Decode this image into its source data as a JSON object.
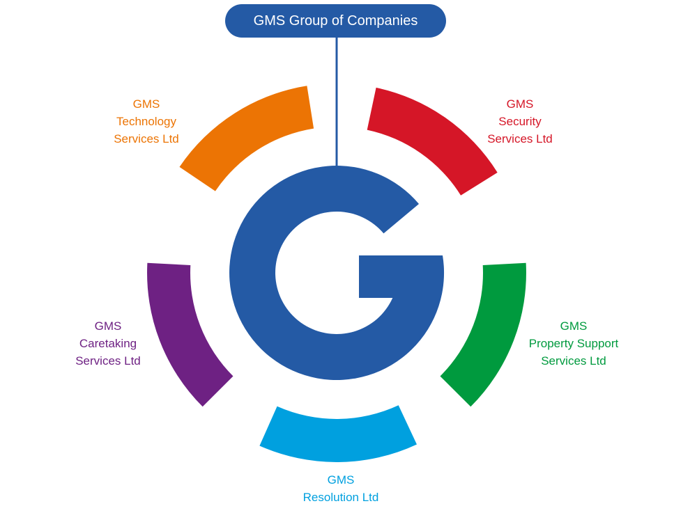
{
  "header": {
    "title": "GMS Group of Companies"
  },
  "center": {
    "logo_icon": "letter-g-logo-icon"
  },
  "colors": {
    "brand_blue": "#245aa5",
    "connector": "#245aa5",
    "technology": "#ec7404",
    "security": "#d51627",
    "property": "#009a3e",
    "resolution": "#00a0df",
    "caretaking": "#6e2183"
  },
  "companies": [
    {
      "id": "technology",
      "lines": [
        "GMS",
        "Technology",
        "Services Ltd"
      ]
    },
    {
      "id": "security",
      "lines": [
        "GMS",
        "Security",
        "Services Ltd"
      ]
    },
    {
      "id": "property",
      "lines": [
        "GMS",
        "Property Support",
        "Services Ltd"
      ]
    },
    {
      "id": "resolution",
      "lines": [
        "GMS",
        "Resolution Ltd"
      ]
    },
    {
      "id": "caretaking",
      "lines": [
        "GMS",
        "Caretaking",
        "Services Ltd"
      ]
    }
  ]
}
